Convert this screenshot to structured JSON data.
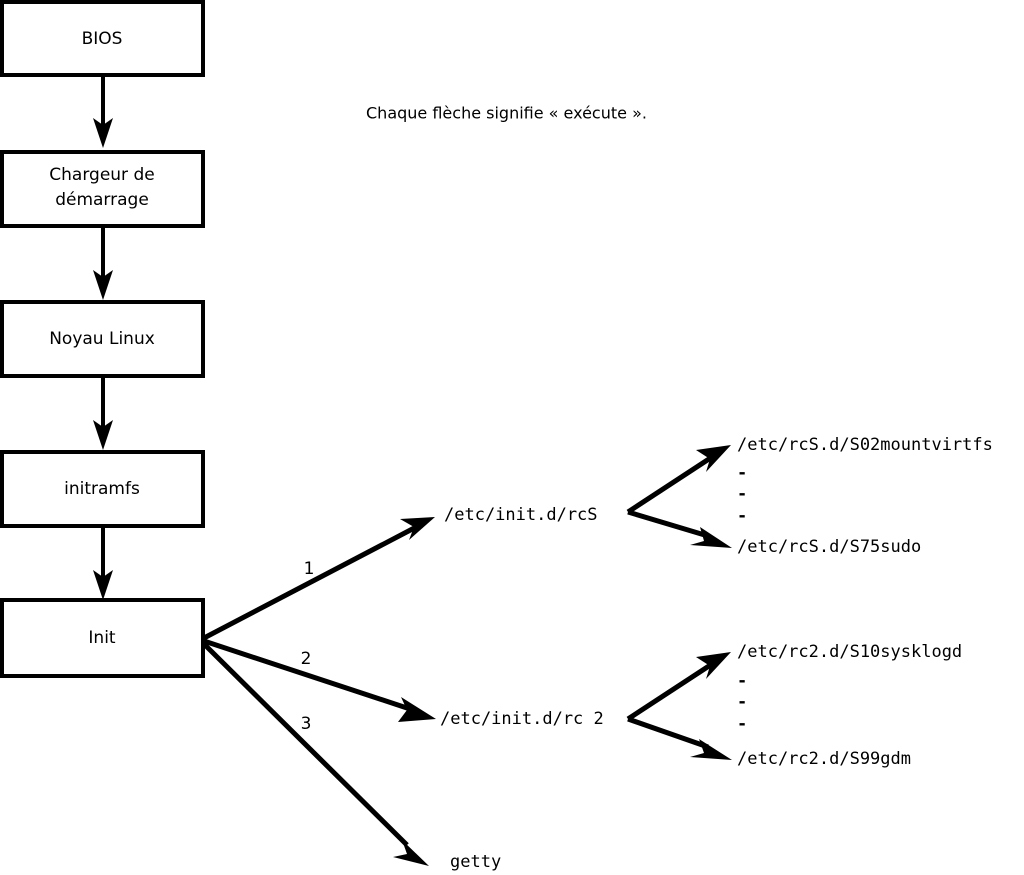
{
  "diagram": {
    "caption": "Chaque flèche signifie « exécute ».",
    "boot_chain": [
      {
        "label": "BIOS"
      },
      {
        "label_line1": "Chargeur de",
        "label_line2": "démarrage"
      },
      {
        "label": "Noyau Linux"
      },
      {
        "label": "initramfs"
      },
      {
        "label": "Init"
      }
    ],
    "init_branches": [
      {
        "number": "1",
        "target": "/etc/init.d/rcS"
      },
      {
        "number": "2",
        "target": "/etc/init.d/rc 2"
      },
      {
        "number": "3",
        "target": "getty"
      }
    ],
    "rcs_scripts": {
      "first": "/etc/rcS.d/S02mountvirtfs",
      "ellipsis": [
        "-",
        "-",
        "-"
      ],
      "last": "/etc/rcS.d/S75sudo"
    },
    "rc2_scripts": {
      "first": "/etc/rc2.d/S10sysklogd",
      "ellipsis": [
        "-",
        "-",
        "-"
      ],
      "last": "/etc/rc2.d/S99gdm"
    },
    "colors": {
      "stroke": "#000000",
      "fill": "#ffffff",
      "text": "#000000"
    }
  }
}
